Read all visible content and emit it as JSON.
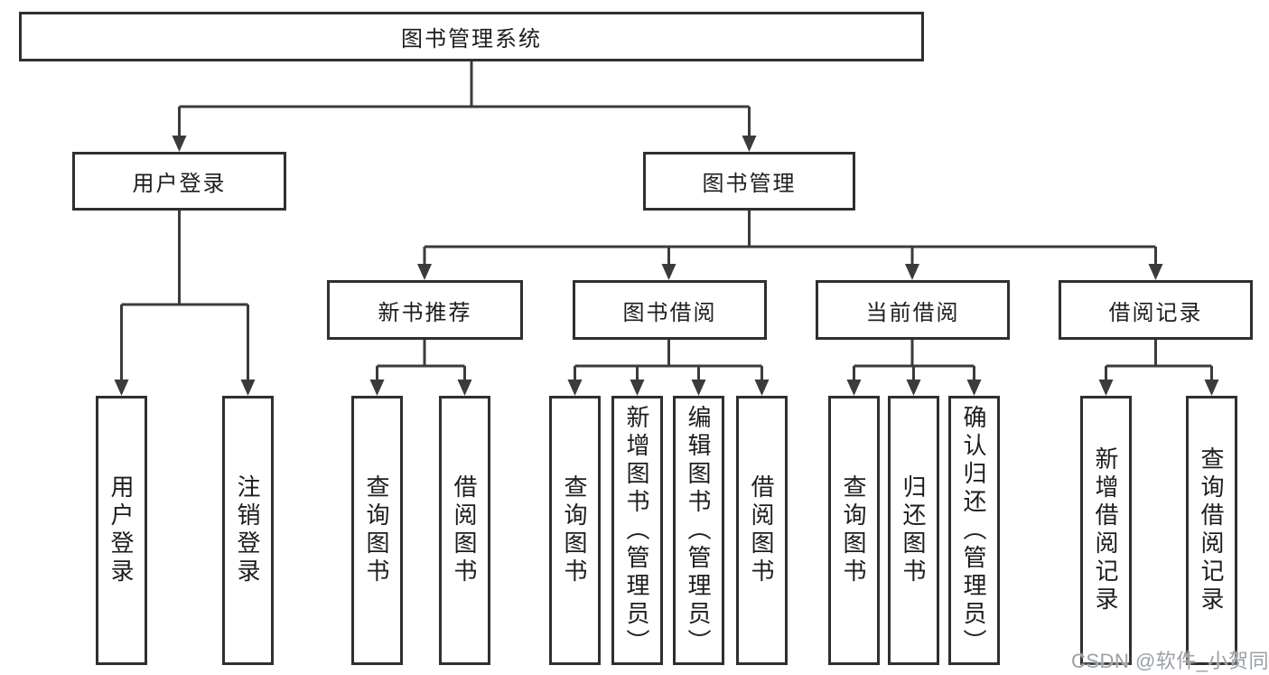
{
  "hierarchy": {
    "root": "图书管理系统",
    "children": [
      {
        "label": "用户登录",
        "children": [
          "用户登录",
          "注销登录"
        ]
      },
      {
        "label": "图书管理",
        "children": [
          {
            "label": "新书推荐",
            "children": [
              "查询图书",
              "借阅图书"
            ]
          },
          {
            "label": "图书借阅",
            "children": [
              "查询图书",
              "新增图书（管理员）",
              "编辑图书（管理员）",
              "借阅图书"
            ]
          },
          {
            "label": "当前借阅",
            "children": [
              "查询图书",
              "归还图书",
              "确认归还（管理员）"
            ]
          },
          {
            "label": "借阅记录",
            "children": [
              "新增借阅记录",
              "查询借阅记录"
            ]
          }
        ]
      }
    ]
  },
  "watermark": {
    "text": "CSDN @软件_小贺同学"
  },
  "colors": {
    "line": "#3b3b3b",
    "box_border": "#2f2f2f",
    "text": "#1d1d1d",
    "background": "#ffffff",
    "watermark": "#9aa0a6"
  }
}
